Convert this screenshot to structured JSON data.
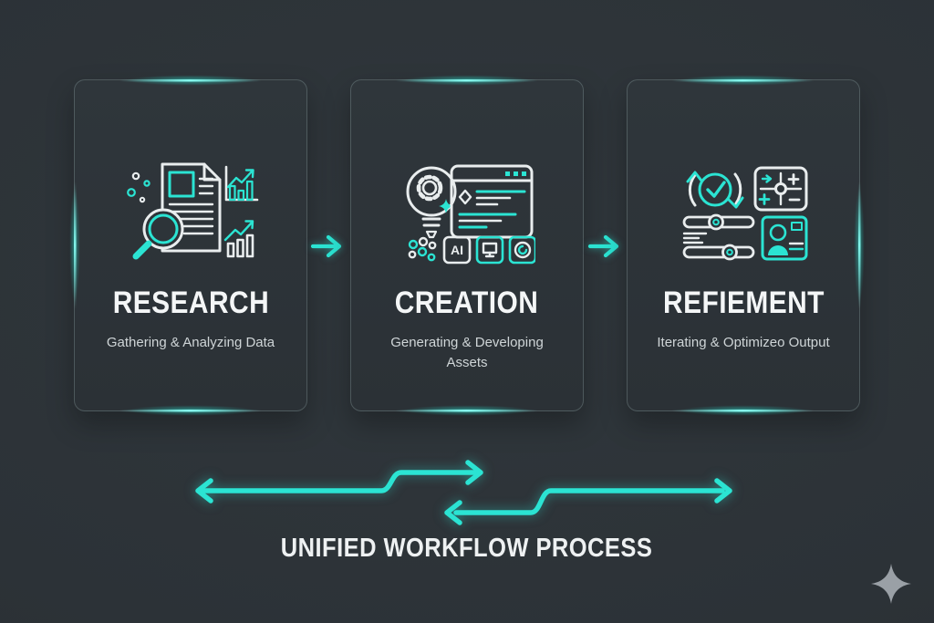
{
  "theme": {
    "background": "#2c3237",
    "card_background": "#2d3439",
    "accent_teal": "#2be4d3",
    "icon_stroke_white": "#e9edee",
    "title_color": "#f4f6f7",
    "subtitle_color": "#cfd5d7",
    "logo_color": "#9aa0a6"
  },
  "cards": [
    {
      "title": "RESEARCH",
      "subtitle": "Gathering & Analyzing Data"
    },
    {
      "title": "CREATION",
      "subtitle": "Generating & Developing Assets",
      "ai_badge": "AI"
    },
    {
      "title": "REFIEMENT",
      "subtitle": "Iterating & Optimizeo Output"
    }
  ],
  "footer": {
    "label": "UNIFIED WORKFLOW PROCESS"
  }
}
